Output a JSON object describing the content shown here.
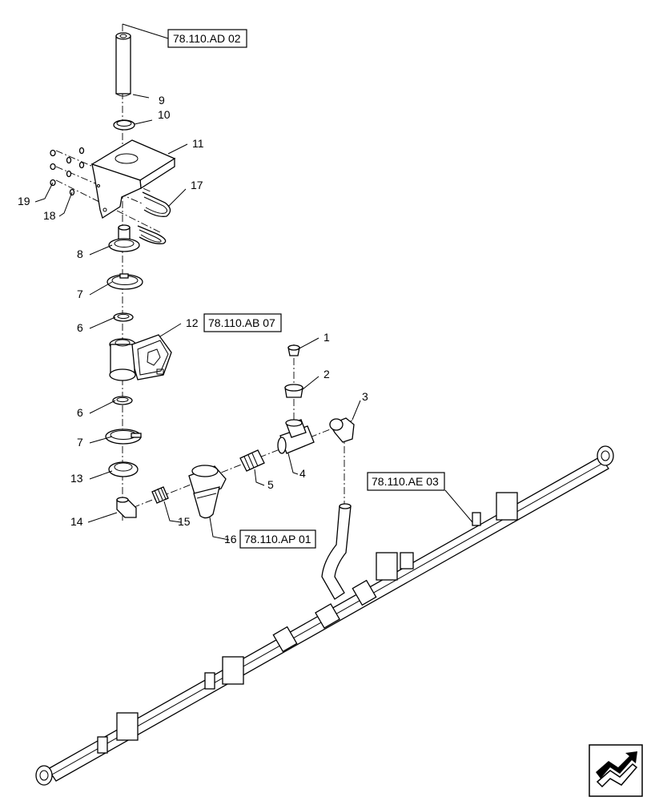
{
  "callouts": {
    "c1": "1",
    "c2": "2",
    "c3": "3",
    "c4": "4",
    "c5": "5",
    "c6a": "6",
    "c6b": "6",
    "c7a": "7",
    "c7b": "7",
    "c8": "8",
    "c9": "9",
    "c10": "10",
    "c11": "11",
    "c12": "12",
    "c13": "13",
    "c14": "14",
    "c15": "15",
    "c16": "16",
    "c17": "17",
    "c18": "18",
    "c19": "19"
  },
  "references": {
    "ref_ad02": "78.110.AD 02",
    "ref_ab07": "78.110.AB 07",
    "ref_ae03": "78.110.AE 03",
    "ref_ap01": "78.110.AP 01"
  },
  "icons": {
    "nav": "next-page-arrow-icon"
  }
}
